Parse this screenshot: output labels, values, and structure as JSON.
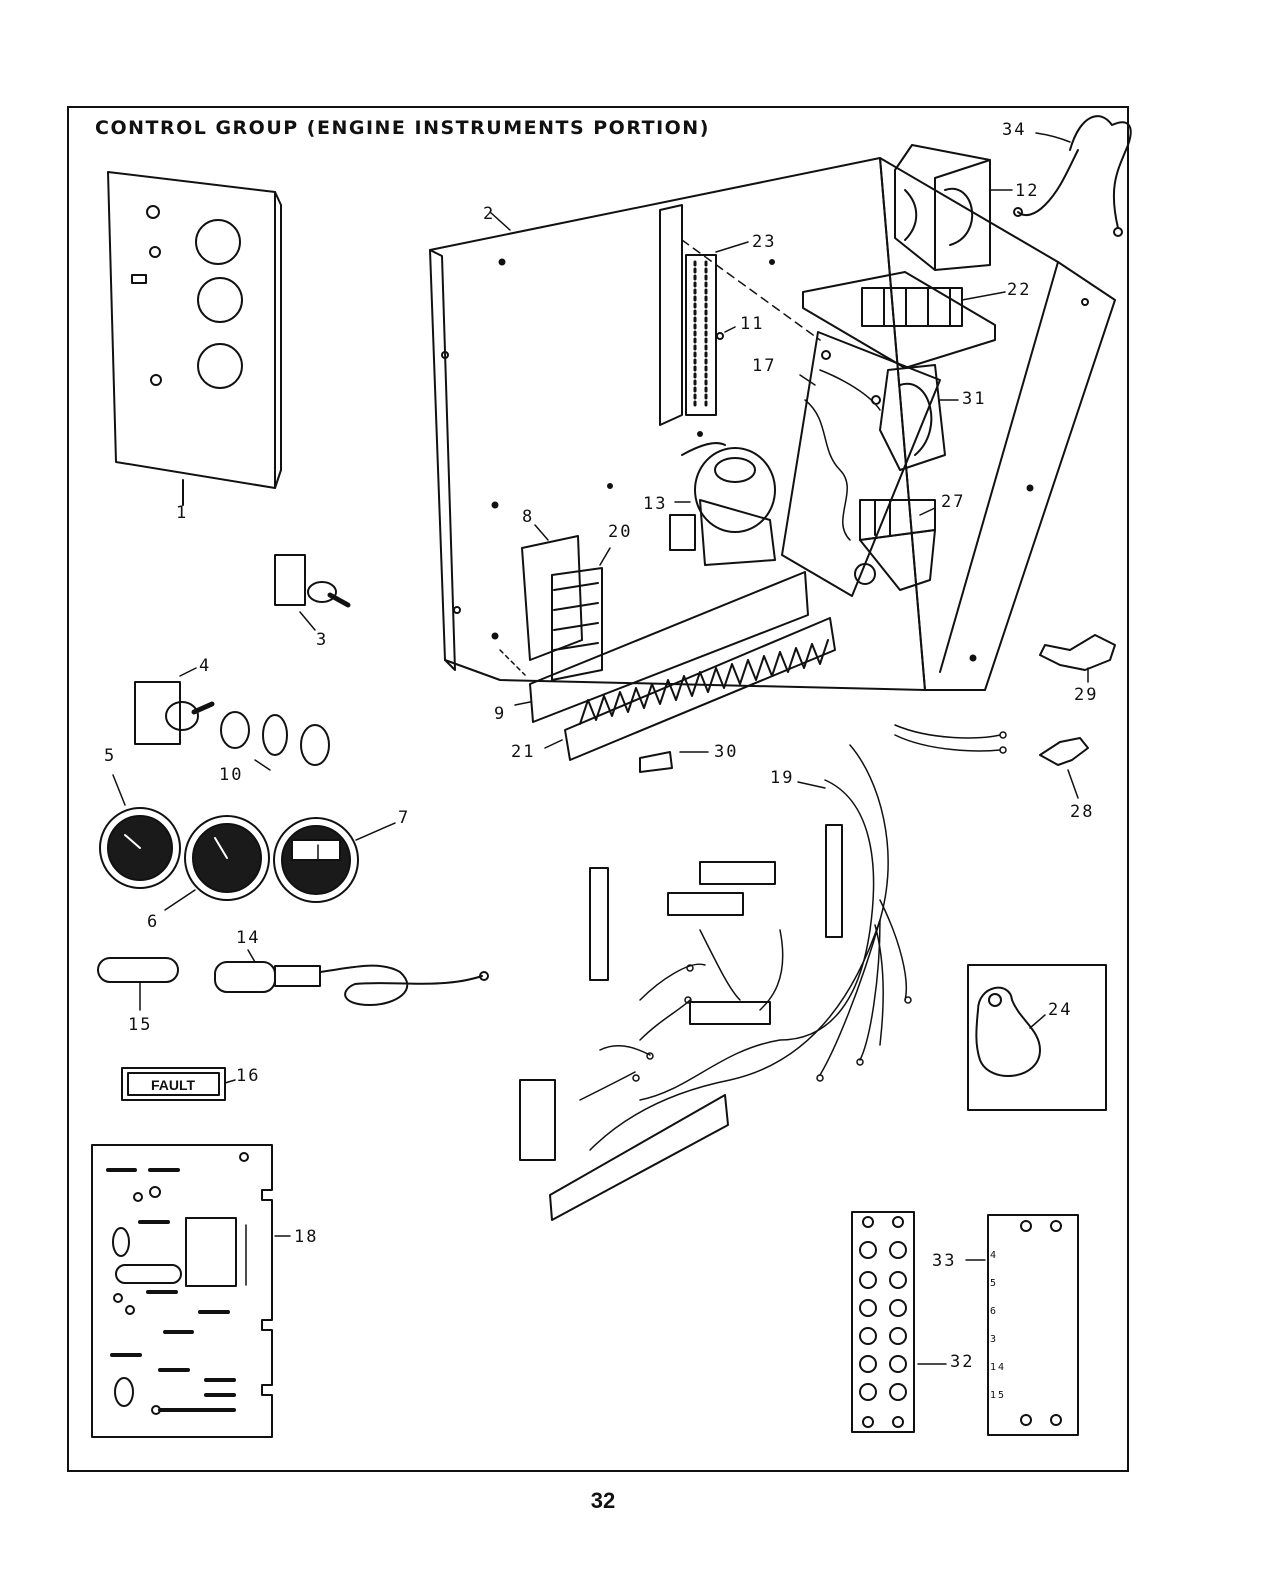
{
  "header": {
    "title": "CONTROL GROUP (ENGINE INSTRUMENTS PORTION)"
  },
  "footer": {
    "page_number": "32"
  },
  "callouts": {
    "c1": "1",
    "c2": "2",
    "c3": "3",
    "c4": "4",
    "c5": "5",
    "c6": "6",
    "c7": "7",
    "c8": "8",
    "c9": "9",
    "c10": "10",
    "c11": "11",
    "c12": "12",
    "c13": "13",
    "c14": "14",
    "c15": "15",
    "c16": "16",
    "c17": "17",
    "c18": "18",
    "c19": "19",
    "c20": "20",
    "c21": "21",
    "c22": "22",
    "c23": "23",
    "c24": "24",
    "c27": "27",
    "c28": "28",
    "c29": "29",
    "c30": "30",
    "c31": "31",
    "c32": "32",
    "c33": "33",
    "c34": "34"
  },
  "fault_plate": {
    "text": "FAULT"
  },
  "terminal_strip_labels": [
    "4",
    "5",
    "6",
    "3",
    "14",
    "15"
  ],
  "colors": {
    "ink": "#111111",
    "paper": "#ffffff",
    "gauge_face": "#1a1a1a"
  }
}
